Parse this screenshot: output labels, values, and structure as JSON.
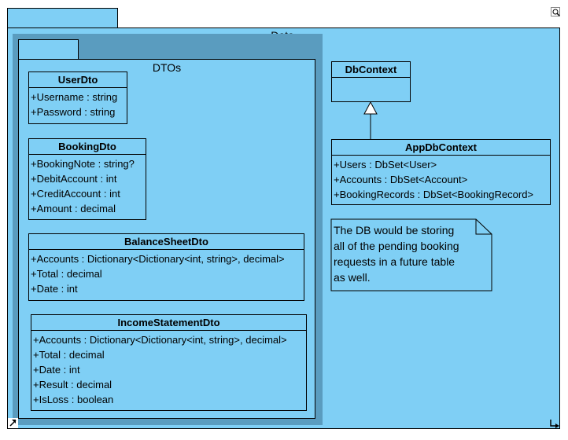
{
  "package": {
    "name": "Data"
  },
  "subpackage": {
    "name": "DTOs"
  },
  "classes": {
    "user": {
      "name": "UserDto",
      "attrs": [
        "+Username : string",
        "+Password : string"
      ]
    },
    "booking": {
      "name": "BookingDto",
      "attrs": [
        "+BookingNote : string?",
        "+DebitAccount : int",
        "+CreditAccount : int",
        "+Amount : decimal"
      ]
    },
    "balance": {
      "name": "BalanceSheetDto",
      "attrs": [
        "+Accounts : Dictionary<Dictionary<int, string>, decimal>",
        "+Total : decimal",
        "+Date : int"
      ]
    },
    "income": {
      "name": "IncomeStatementDto",
      "attrs": [
        "+Accounts : Dictionary<Dictionary<int, string>, decimal>",
        "+Total : decimal",
        "+Date : int",
        "+Result : decimal",
        "+IsLoss : boolean"
      ]
    },
    "dbcontext": {
      "name": "DbContext"
    },
    "app": {
      "name": "AppDbContext",
      "attrs": [
        "+Users : DbSet<User>",
        "+Accounts : DbSet<Account>",
        "+BookingRecords : DbSet<BookingRecord>"
      ]
    }
  },
  "note": {
    "lines": [
      "The DB would be storing",
      "all of the pending booking",
      "requests in a future table",
      "as well."
    ]
  },
  "icons": {
    "zoom": "magnifier-icon",
    "expand": "expand-arrow-icon",
    "resize": "resize-corner-icon"
  }
}
